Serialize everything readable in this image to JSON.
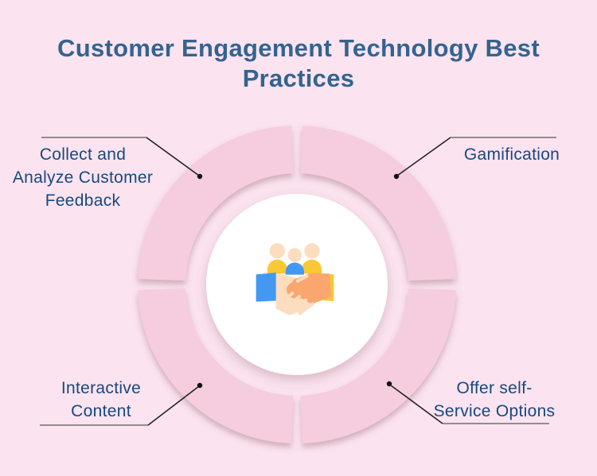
{
  "title": {
    "line1": "Customer Engagement Technology Best",
    "line2": "Practices"
  },
  "callouts": [
    {
      "id": "collect-analyze-feedback",
      "lines": [
        "Collect and",
        "Analyze Customer",
        "Feedback"
      ]
    },
    {
      "id": "gamification",
      "lines": [
        "Gamification"
      ]
    },
    {
      "id": "interactive-content",
      "lines": [
        "Interactive",
        "Content"
      ]
    },
    {
      "id": "offer-self-service",
      "lines": [
        "Offer self-",
        "Service Options"
      ]
    }
  ],
  "center_icon": "people-handshake-icon",
  "colors": {
    "background": "#FBE3EF",
    "ring": "#F6CDDE",
    "title_text": "#33648F",
    "label_text": "#17497E",
    "icon_yellow": "#F9C833",
    "icon_blue": "#4399F2",
    "icon_skin_light": "#FCDDBE",
    "icon_skin_orange": "#F9A76E",
    "connector_gray": "#6F6F6F",
    "connector_dark": "#232323",
    "dot": "#111111"
  }
}
